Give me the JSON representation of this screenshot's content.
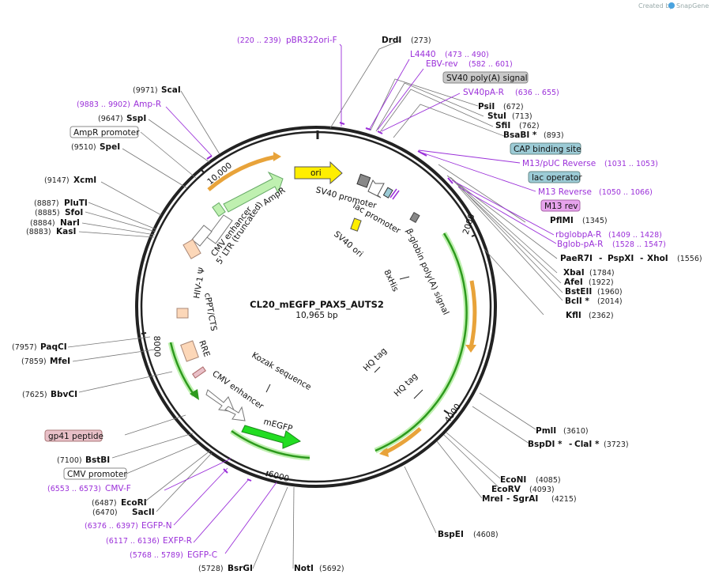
{
  "credit": {
    "created_by": "Created by",
    "brand": "SnapGene"
  },
  "plasmid": {
    "name": "CL20_mEGFP_PAX5_AUTS2",
    "size": "10,965 bp"
  },
  "ticks": [
    "2000",
    "4000",
    "6000",
    "8000",
    "10,000"
  ],
  "enzymes": [
    {
      "name": "DrdI",
      "pos": "(273)"
    },
    {
      "name": "PsiI",
      "pos": "(672)"
    },
    {
      "name": "StuI",
      "pos": "(713)"
    },
    {
      "name": "SfiI",
      "pos": "(762)"
    },
    {
      "name": "BsaBI *",
      "pos": "(893)"
    },
    {
      "name": "PflMI",
      "pos": "(1345)"
    },
    {
      "name": "PaeR7I",
      "pos": ""
    },
    {
      "name": "PspXI",
      "pos": ""
    },
    {
      "name": "XhoI",
      "pos": "(1556)"
    },
    {
      "name": "XbaI",
      "pos": "(1784)"
    },
    {
      "name": "AfeI",
      "pos": "(1922)"
    },
    {
      "name": "BstEII",
      "pos": "(1960)"
    },
    {
      "name": "BclI *",
      "pos": "(2014)"
    },
    {
      "name": "KflI",
      "pos": "(2362)"
    },
    {
      "name": "PmlI",
      "pos": "(3610)"
    },
    {
      "name": "BspDI *",
      "pos": ""
    },
    {
      "name": "ClaI *",
      "pos": "(3723)"
    },
    {
      "name": "EcoNI",
      "pos": "(4085)"
    },
    {
      "name": "EcoRV",
      "pos": "(4093)"
    },
    {
      "name": "MreI",
      "pos": ""
    },
    {
      "name": "SgrAI",
      "pos": "(4215)"
    },
    {
      "name": "BspEI",
      "pos": "(4608)"
    },
    {
      "name": "NotI",
      "pos": "(5692)"
    },
    {
      "name": "BsrGI",
      "pos": "(5728)"
    },
    {
      "name": "SacII",
      "pos": "(6470)"
    },
    {
      "name": "EcoRI",
      "pos": "(6487)"
    },
    {
      "name": "BstBI",
      "pos": "(7100)"
    },
    {
      "name": "BbvCI",
      "pos": "(7625)"
    },
    {
      "name": "MfeI",
      "pos": "(7859)"
    },
    {
      "name": "PaqCI",
      "pos": "(7957)"
    },
    {
      "name": "KasI",
      "pos": "(8883)"
    },
    {
      "name": "NarI",
      "pos": "(8884)"
    },
    {
      "name": "SfoI",
      "pos": "(8885)"
    },
    {
      "name": "PluTI",
      "pos": "(8887)"
    },
    {
      "name": "XcmI",
      "pos": "(9147)"
    },
    {
      "name": "SpeI",
      "pos": "(9510)"
    },
    {
      "name": "SspI",
      "pos": "(9647)"
    },
    {
      "name": "ScaI",
      "pos": "(9971)"
    }
  ],
  "primers": [
    {
      "name": "pBR322ori-F",
      "range": "(220 .. 239)"
    },
    {
      "name": "L4440",
      "range": "(473 .. 490)"
    },
    {
      "name": "EBV-rev",
      "range": "(582 .. 601)"
    },
    {
      "name": "SV40pA-R",
      "range": "(636 .. 655)"
    },
    {
      "name": "M13/pUC Reverse",
      "range": "(1031 .. 1053)"
    },
    {
      "name": "M13 Reverse",
      "range": "(1050 .. 1066)"
    },
    {
      "name": "rbglobpA-R",
      "range": "(1409 .. 1428)"
    },
    {
      "name": "Bglob-pA-R",
      "range": "(1528 .. 1547)"
    },
    {
      "name": "Amp-R",
      "range": "(9883 .. 9902)"
    },
    {
      "name": "CMV-F",
      "range": "(6553 .. 6573)"
    },
    {
      "name": "EGFP-N",
      "range": "(6376 .. 6397)"
    },
    {
      "name": "EXFP-R",
      "range": "(6117 .. 6136)"
    },
    {
      "name": "EGFP-C",
      "range": "(5768 .. 5789)"
    }
  ],
  "boxed": {
    "sv40_polya": "SV40 poly(A) signal",
    "cap_site": "CAP binding site",
    "lac_operator": "lac operator",
    "m13_rev": "M13 rev",
    "ampr_promoter": "AmpR promoter",
    "gp41": "gp41 peptide",
    "cmv_promoter": "CMV promoter"
  },
  "features": {
    "ori": "ori",
    "sv40_promoter": "SV40 promoter",
    "lac_promoter": "lac promoter",
    "sv40_ori": "SV40 ori",
    "bglobin": "β-globin poly(A) signal",
    "his": "8xHis",
    "hq1": "HQ tag",
    "hq2": "HQ tag",
    "megfp": "mEGFP",
    "kozak": "Kozak sequence",
    "cmv_enh_inner": "CMV enhancer",
    "rre": "RRE",
    "cppt": "cPPT/CTS",
    "hiv_psi": "HIV-1 Ψ",
    "ltr": "5' LTR (truncated)",
    "cmv_enh_outer": "CMV enhancer",
    "ampr": "AmpR"
  },
  "colors": {
    "ring": "#222222",
    "orange": "#e8a33a",
    "green_dark": "#2d9a1d",
    "green_light": "#bff0b0",
    "ori_yellow": "#ffee00",
    "megfp": "#22dd22",
    "primer": "#9b30d9",
    "box_gray": "#c8c8c8",
    "box_blue": "#9ccbd6",
    "box_purple": "#e6a3ec",
    "box_pink": "#e9c0c8",
    "peach": "#fcd7b8"
  }
}
